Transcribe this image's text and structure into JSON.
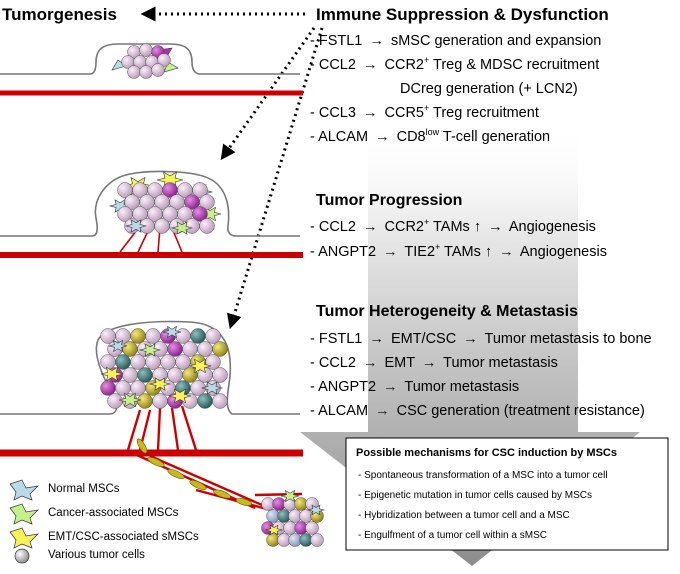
{
  "titles": {
    "tumorgenesis": "Tumorgenesis",
    "immune": "Immune Suppression & Dysfunction",
    "progression": "Tumor Progression",
    "heterogeneity": "Tumor Heterogeneity & Metastasis"
  },
  "immune_lines": [
    {
      "a": "FSTL1",
      "arrow": "→",
      "b": "sMSC generation and expansion"
    },
    {
      "a": "CCL2",
      "arrow": "→",
      "b_pre": "CCR2",
      "sup": "+",
      "b": " Treg & MDSC recruitment"
    },
    {
      "cont": "DCreg generation (+ LCN2)"
    },
    {
      "a": "CCL3",
      "arrow": "→",
      "b_pre": "CCR5",
      "sup": "+",
      "b": " Treg recruitment"
    },
    {
      "a": "ALCAM",
      "arrow": "→",
      "b_pre": "CD8",
      "sup": "low",
      "b": " T-cell generation"
    }
  ],
  "progression_lines": [
    {
      "a": "CCL2",
      "arrow": "→",
      "b_pre": "CCR2",
      "sup": "+",
      "b": " TAMs",
      "up": "↑",
      "arrow2": "→",
      "c": "Angiogenesis"
    },
    {
      "a": "ANGPT2",
      "arrow": "→",
      "b_pre": "TIE2",
      "sup": "+",
      "b": " TAMs",
      "up": "↑",
      "arrow2": "→",
      "c": "Angiogenesis"
    }
  ],
  "heterogeneity_lines": [
    {
      "a": "FSTL1",
      "arrow": "→",
      "b": "EMT/CSC",
      "arrow2": "→",
      "c": "Tumor metastasis to bone"
    },
    {
      "a": "CCL2",
      "arrow": "→",
      "b": "EMT",
      "arrow2": "→",
      "c": "Tumor metastasis"
    },
    {
      "a": "ANGPT2",
      "arrow": "→",
      "b": "Tumor metastasis"
    },
    {
      "a": "ALCAM",
      "arrow": "→",
      "b": "CSC generation (treatment resistance)"
    }
  ],
  "box": {
    "title": "Possible mechanisms for CSC induction by MSCs",
    "items": [
      "Spontaneous transformation of a MSC into a tumor cell",
      "Epigenetic mutation in tumor cells caused by MSCs",
      "Hybridization between a tumor cell and a MSC",
      "Engulfment of a tumor cell within a sMSC"
    ]
  },
  "legend": [
    {
      "label": "Normal MSCs",
      "icon": "normal-msc-icon",
      "color": "#b9dbe8"
    },
    {
      "label": "Cancer-associated MSCs",
      "icon": "ca-msc-icon",
      "color": "#c6f08a"
    },
    {
      "label": "EMT/CSC-associated sMSCs",
      "icon": "emt-smsc-icon",
      "color": "#f7f25a"
    },
    {
      "label": "Various tumor cells",
      "icon": "tumor-cell-icon",
      "color": "#c9c9c9"
    }
  ],
  "colors": {
    "tissue_line": "#cc0000",
    "cell_pink": "#d8b8d8",
    "cell_magenta": "#b52ab5",
    "cell_teal": "#3d7a7a",
    "cell_yellow": "#c8b820",
    "gradient_gray": "#8c8c8c"
  }
}
